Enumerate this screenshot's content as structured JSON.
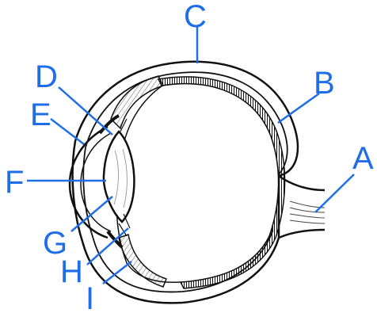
{
  "diagram": {
    "subject": "eye cross-section",
    "label_color": "#1e6ee8",
    "line_color": "#1e6ee8",
    "ink_color": "#111111",
    "labels": [
      {
        "id": "A",
        "text": "A"
      },
      {
        "id": "B",
        "text": "B"
      },
      {
        "id": "C",
        "text": "C"
      },
      {
        "id": "D",
        "text": "D"
      },
      {
        "id": "E",
        "text": "E"
      },
      {
        "id": "F",
        "text": "F"
      },
      {
        "id": "G",
        "text": "G"
      },
      {
        "id": "H",
        "text": "H"
      },
      {
        "id": "I",
        "text": "I"
      }
    ]
  }
}
